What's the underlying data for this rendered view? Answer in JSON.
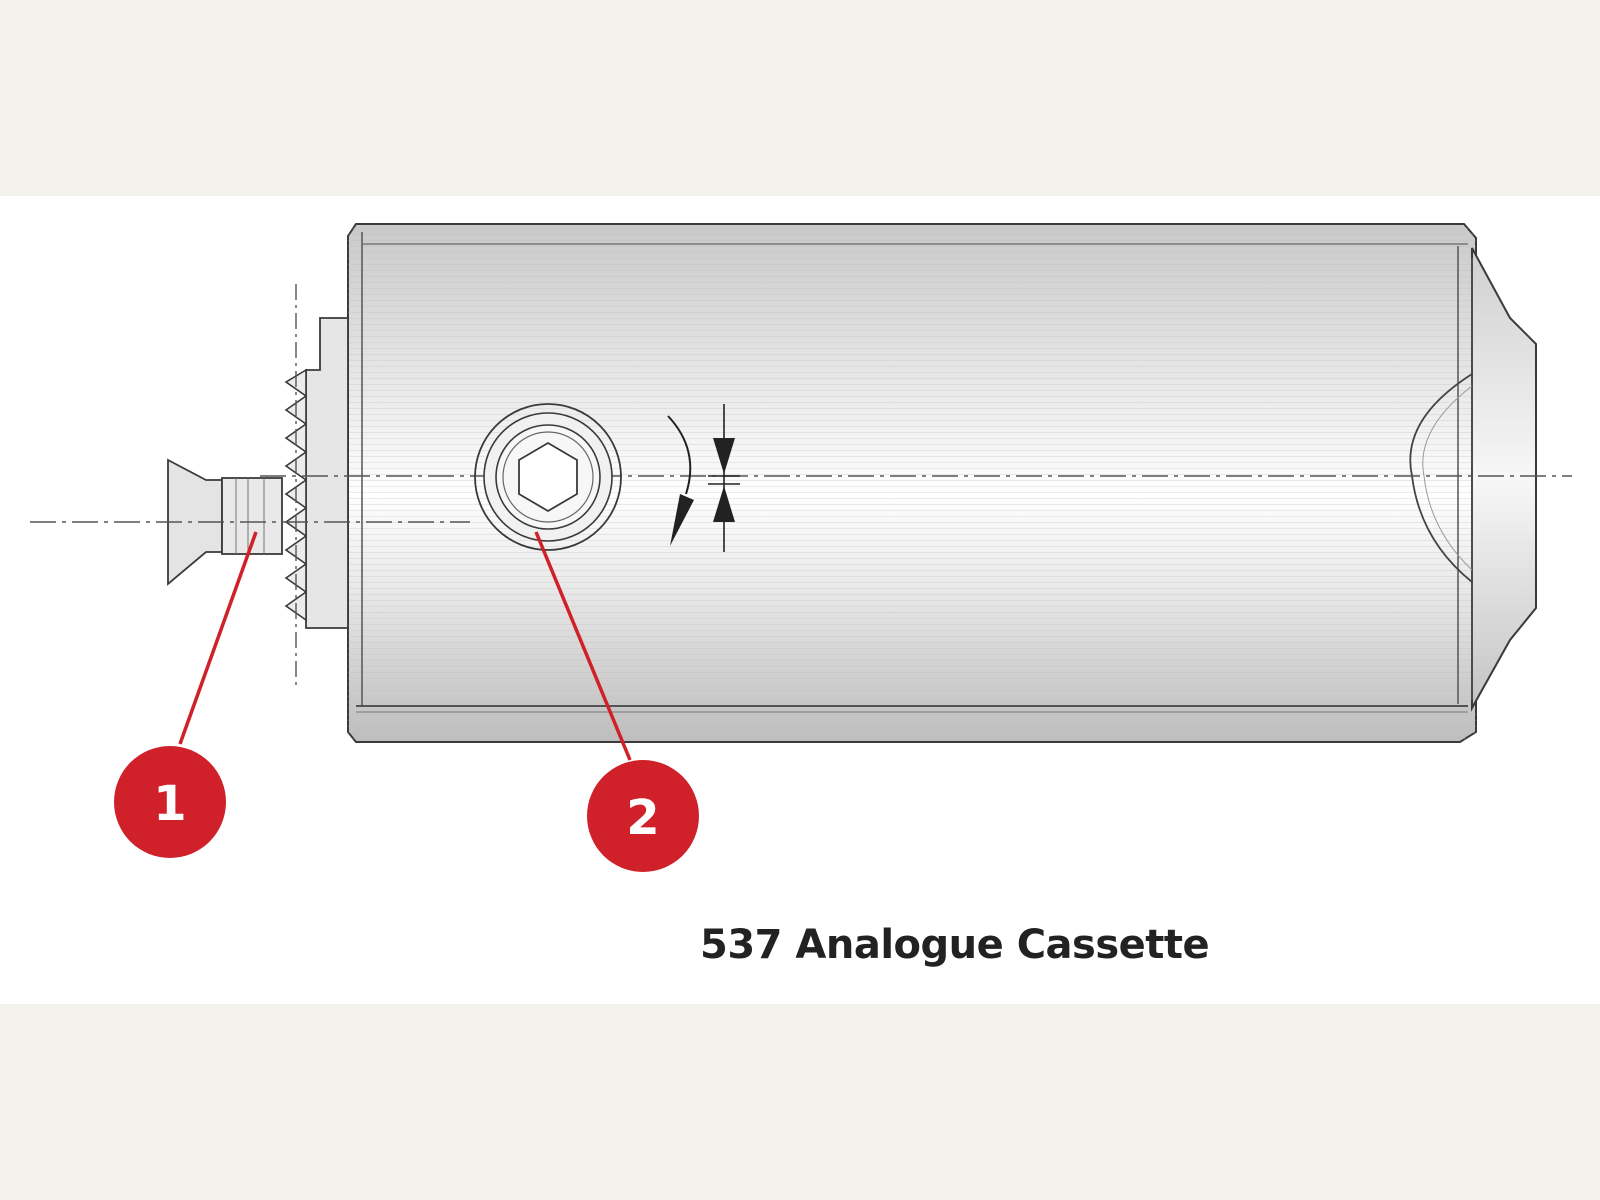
{
  "caption": "537 Analogue Cassette",
  "callouts": [
    {
      "label": "1"
    },
    {
      "label": "2"
    }
  ],
  "colors": {
    "page_background": "#f3f2ec",
    "panel_background": "#ffffff",
    "callout": "#d0202a",
    "outline": "#3a3a3a",
    "body_shading": "#d8d8d8"
  }
}
